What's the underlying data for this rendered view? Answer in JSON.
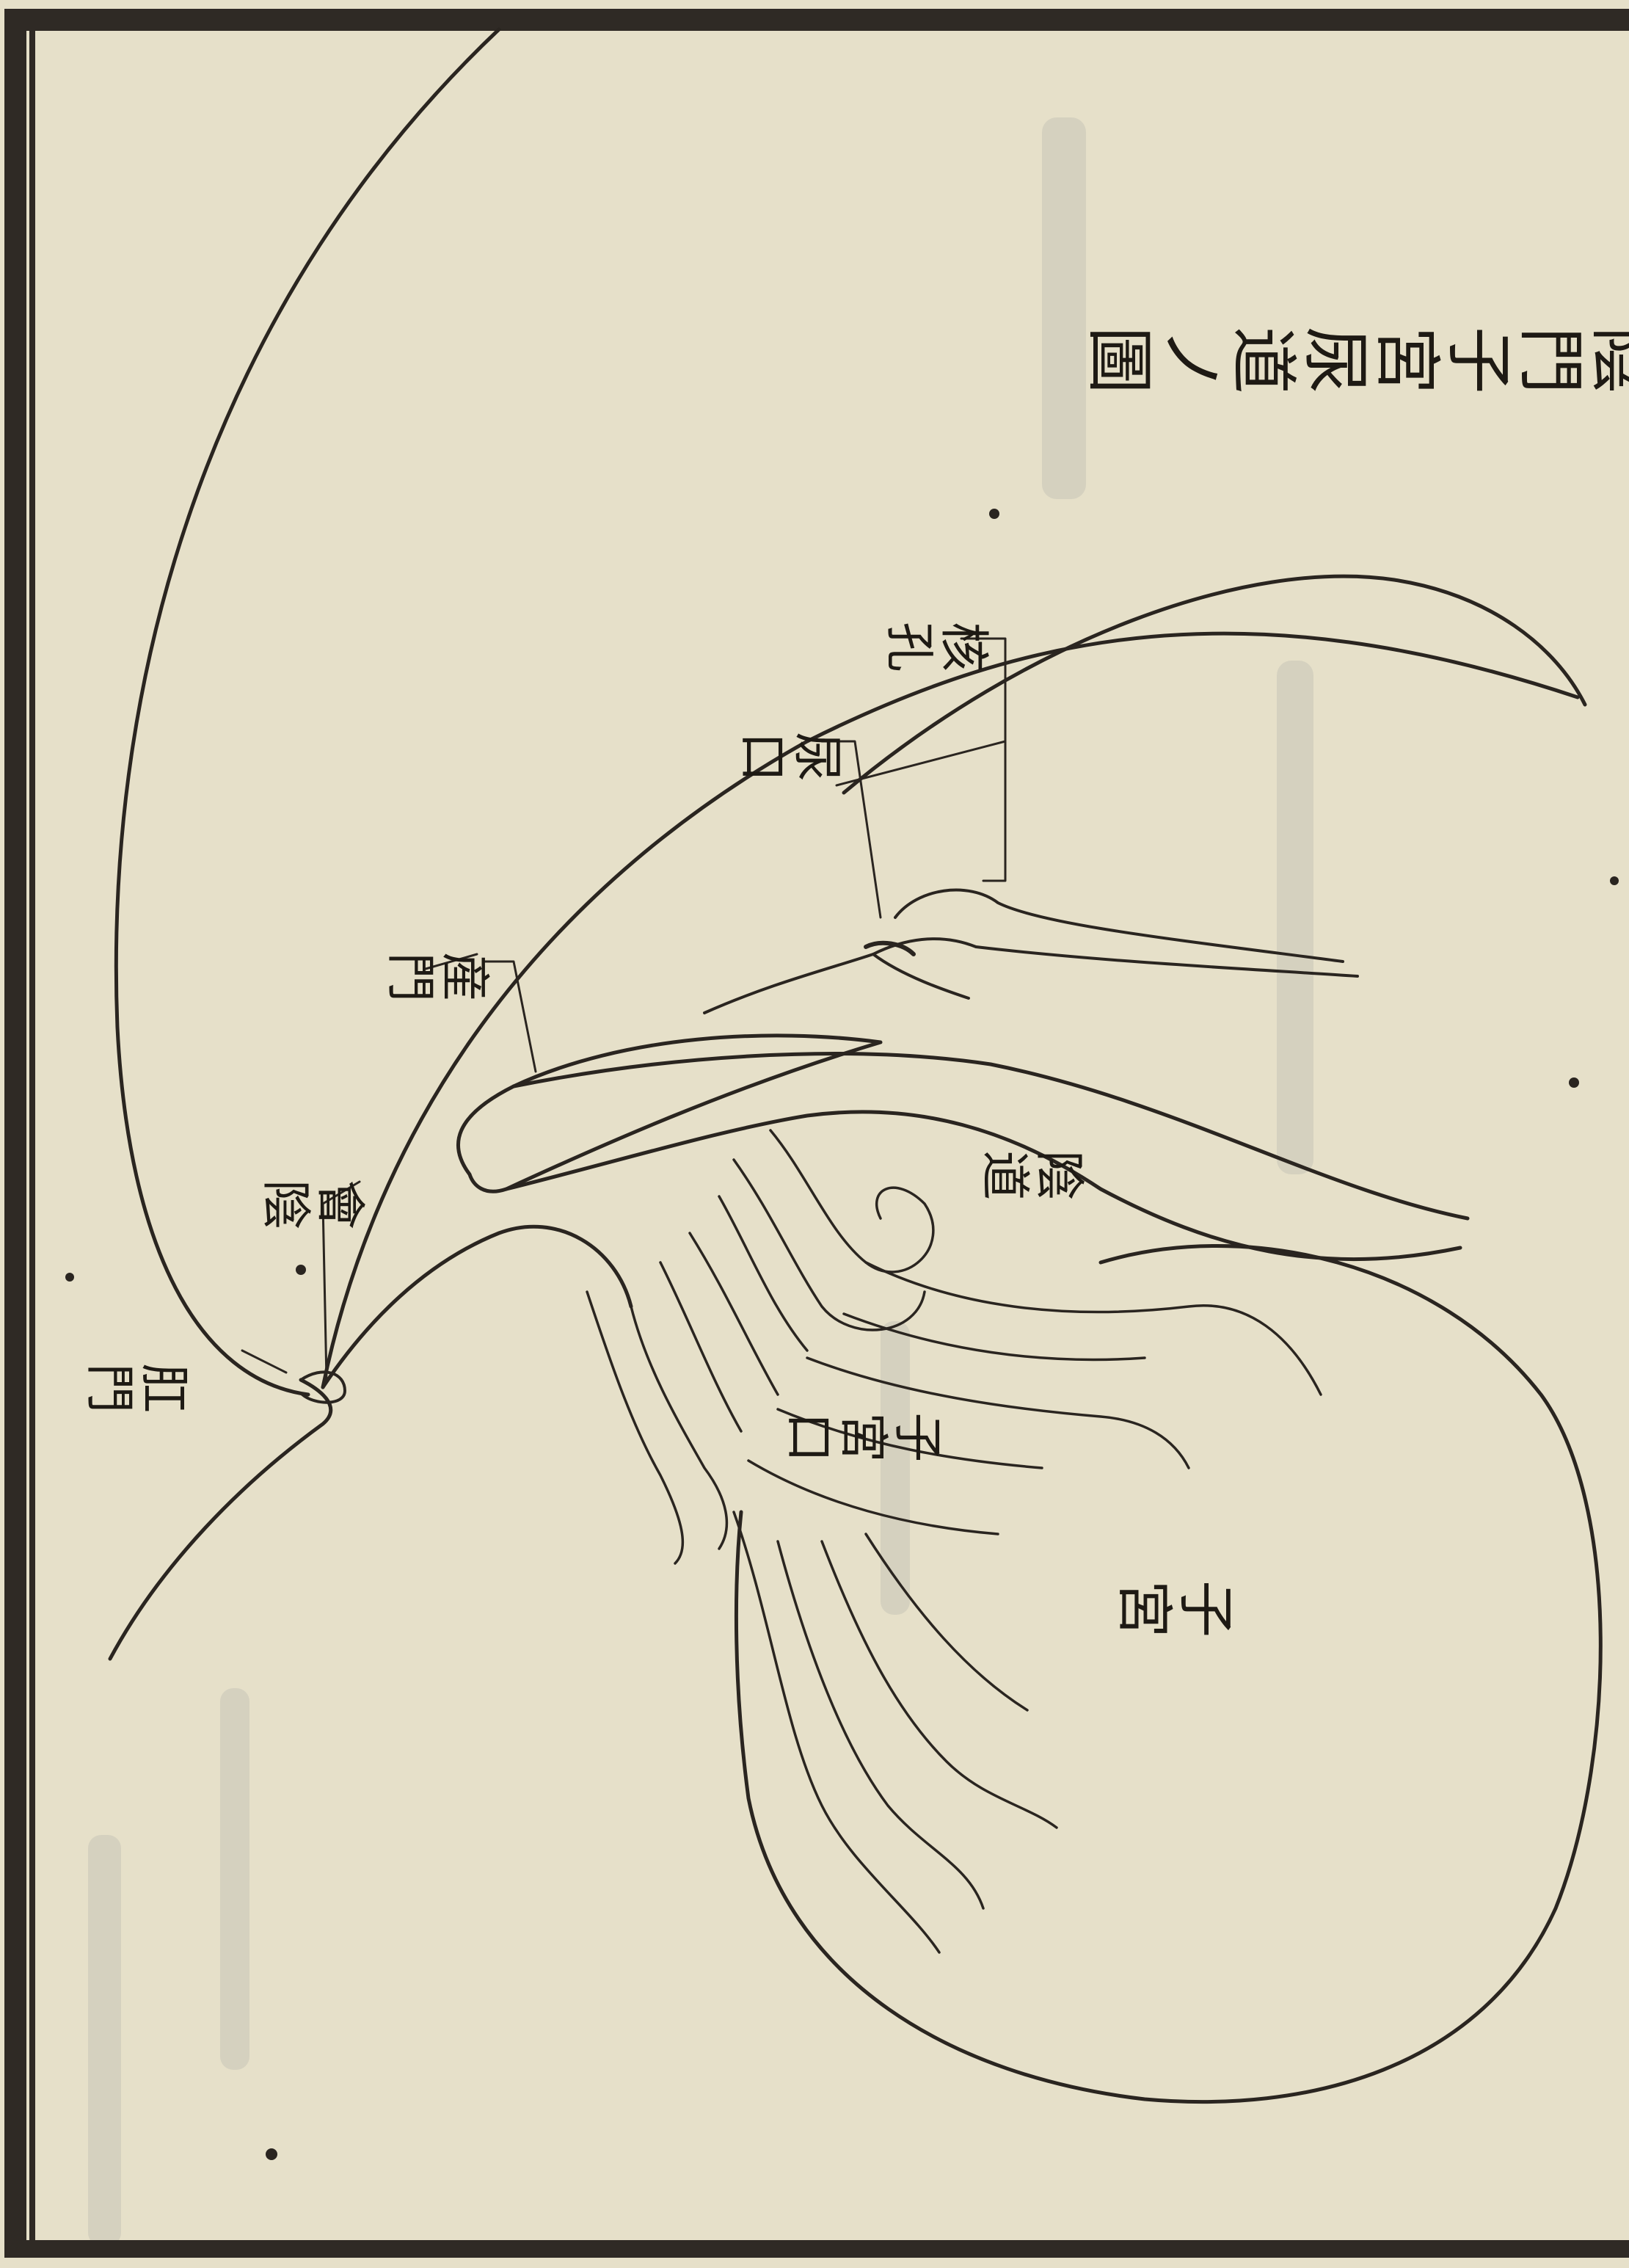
{
  "figure": {
    "title": "陰門子宮尿道ノ圖",
    "labels": {
      "clitoris": "核孔",
      "urethral_orifice": "尿口",
      "vaginal_opening": "産門",
      "perineum": "會陰",
      "anus": "肛門",
      "vagina": "陰道",
      "cervix_os": "子宮口",
      "uterus": "子宮"
    }
  }
}
